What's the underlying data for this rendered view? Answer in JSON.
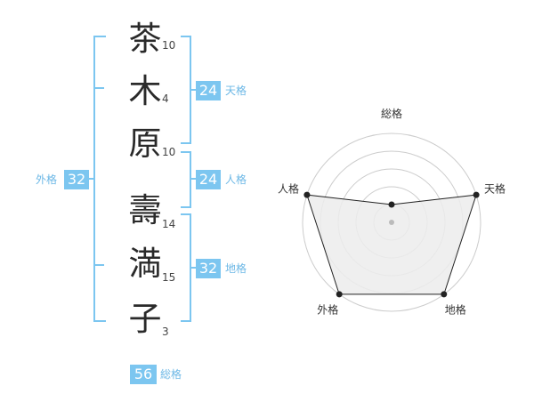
{
  "name_chars": [
    {
      "char": "茶",
      "strokes": "10"
    },
    {
      "char": "木",
      "strokes": "4"
    },
    {
      "char": "原",
      "strokes": "10"
    },
    {
      "char": "壽",
      "strokes": "14"
    },
    {
      "char": "満",
      "strokes": "15"
    },
    {
      "char": "子",
      "strokes": "3"
    }
  ],
  "fortunes": {
    "tenkaku": {
      "label": "天格",
      "value": "24"
    },
    "jinkaku": {
      "label": "人格",
      "value": "24"
    },
    "chikaku": {
      "label": "地格",
      "value": "32"
    },
    "gaikaku": {
      "label": "外格",
      "value": "32"
    },
    "soukaku": {
      "label": "総格",
      "value": "56"
    }
  },
  "chart_data": {
    "type": "radar",
    "axes": [
      "総格",
      "天格",
      "地格",
      "外格",
      "人格"
    ],
    "values": [
      1,
      5,
      5,
      5,
      5
    ],
    "rmax": 5,
    "rings": 5,
    "colors": {
      "fill": "#ececec",
      "stroke": "#222222",
      "grid": "#cccccc",
      "center": "#bbbbbb"
    }
  }
}
